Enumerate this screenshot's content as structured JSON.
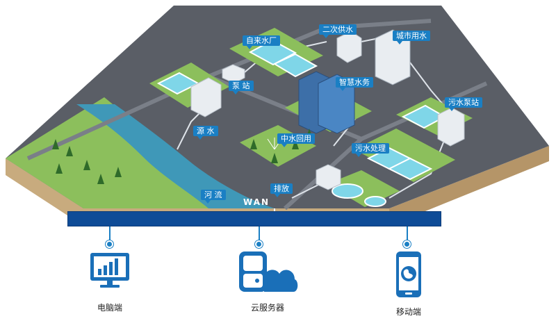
{
  "network": {
    "wan_label": "WAN"
  },
  "facilities": {
    "tap_water_plant": "自来水厂",
    "secondary_supply": "二次供水",
    "city_water_use": "城市用水",
    "pump_station": "泵 站",
    "smart_water": "智慧水务",
    "water_source": "源 水",
    "sewage_pump_station": "污水泵站",
    "reclaimed_water": "中水回用",
    "sewage_treatment": "污水处理",
    "river": "河 流",
    "discharge": "排放"
  },
  "devices": {
    "pc": "电脑端",
    "cloud_server": "云服务器",
    "mobile": "移动端"
  },
  "colors": {
    "ground_top": "#5a5e66",
    "ground_side": "#c8ab7e",
    "grass": "#8cbf5c",
    "river": "#3f98b8",
    "accent": "#1a7fc4",
    "wan_bar": "#0f4c97"
  }
}
